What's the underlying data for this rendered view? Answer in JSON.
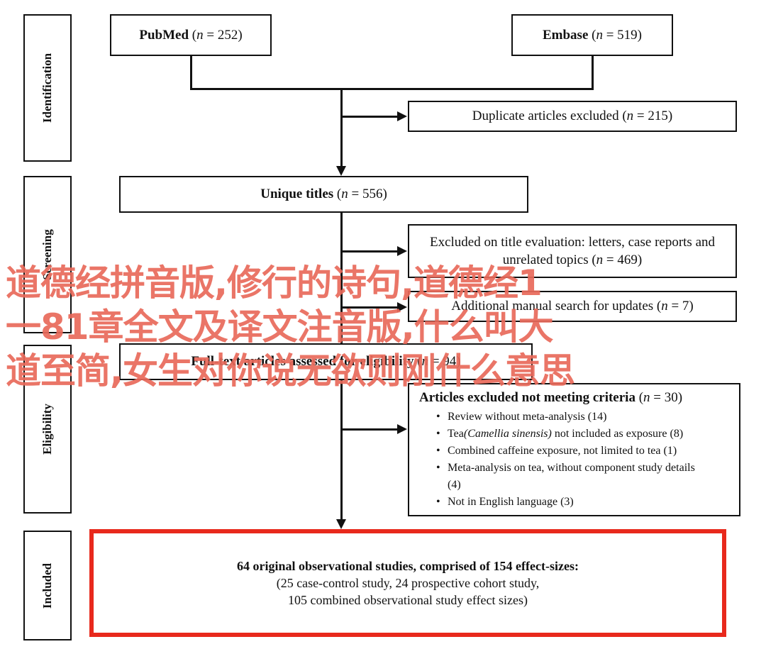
{
  "stages": {
    "identification": "Identification",
    "screening": "Screening",
    "eligibility": "Eligibility",
    "included": "Included"
  },
  "n_symbol": "n",
  "boxes": {
    "pubmed": {
      "label": "PubMed",
      "count": " = 252)"
    },
    "embase": {
      "label": "Embase",
      "count": " = 519)"
    },
    "duplicates": {
      "label": "Duplicate articles excluded (",
      "count": " = 215)"
    },
    "unique": {
      "label": "Unique titles",
      "count": " = 556)"
    },
    "excluded_title": {
      "line1": "Excluded on title evaluation: letters, case reports and",
      "line2": "unrelated topics (",
      "count": " = 469)"
    },
    "manual_search": {
      "label": "Additional manual search for updates (",
      "count": " = 7)"
    },
    "fulltext": {
      "label": "Full-text articles assessed for eligibility (",
      "count": " = 94)"
    },
    "excluded_criteria": {
      "title": "Articles excluded not meeting criteria",
      "count": " = 30)",
      "items": [
        {
          "text": "Review without meta-analysis (14)"
        },
        {
          "pre": "Tea",
          "italic": "(Camellia sinensis)",
          "post": " not included as exposure (8)"
        },
        {
          "text": "Combined caffeine exposure, not limited to tea (1)"
        },
        {
          "text": "Meta-analysis on tea, without component study details (4)"
        },
        {
          "text": "Not in English language (3)"
        }
      ]
    },
    "included": {
      "line1": "64 original observational studies, comprised of 154 effect-sizes:",
      "line2": "(25 case-control study, 24 prospective cohort study,",
      "line3": "105 combined observational study effect sizes)"
    }
  },
  "overlay_text": "道德经拼音版,修行的诗句,道德经1\n一81章全文及译文注音版,什么叫大\n道至简,女生对你说无欲则刚什么意思",
  "colors": {
    "highlight": "#e8291c",
    "overlay": "#e8695a",
    "line": "#111111"
  }
}
